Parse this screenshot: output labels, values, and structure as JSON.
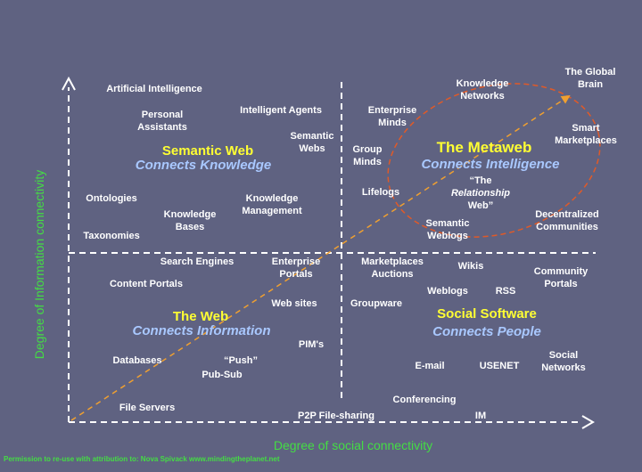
{
  "axes": {
    "y_label": "Degree of Information connectivity",
    "x_label": "Degree of social connectivity"
  },
  "quadrants": {
    "semantic_web": {
      "title": "Semantic Web",
      "subtitle": "Connects Knowledge"
    },
    "metaweb": {
      "title": "The Metaweb",
      "subtitle": "Connects Intelligence"
    },
    "the_web": {
      "title": "The Web",
      "subtitle": "Connects Information"
    },
    "social_software": {
      "title": "Social Software",
      "subtitle": "Connects People"
    }
  },
  "items": {
    "artificial_intelligence": "Artificial Intelligence",
    "personal_assistants": "Personal\nAssistants",
    "intelligent_agents": "Intelligent Agents",
    "semantic_webs": "Semantic\nWebs",
    "ontologies": "Ontologies",
    "knowledge_bases": "Knowledge\nBases",
    "knowledge_management": "Knowledge\nManagement",
    "taxonomies": "Taxonomies",
    "enterprise_minds": "Enterprise\nMinds",
    "knowledge_networks": "Knowledge\nNetworks",
    "global_brain": "The Global\nBrain",
    "group_minds": "Group\nMinds",
    "smart_marketplaces": "Smart\nMarketplaces",
    "lifelogs": "Lifelogs",
    "relationship_web_open": "“The",
    "relationship_web_mid": "Relationship",
    "relationship_web_close": "Web”",
    "semantic_weblogs": "Semantic\nWeblogs",
    "decentralized_communities": "Decentralized\nCommunities",
    "search_engines": "Search Engines",
    "enterprise_portals": "Enterprise\nPortals",
    "content_portals": "Content Portals",
    "web_sites": "Web sites",
    "pims": "PIM's",
    "databases": "Databases",
    "push": "“Push”",
    "pub_sub": "Pub-Sub",
    "file_servers": "File Servers",
    "marketplaces_auctions": "Marketplaces\nAuctions",
    "wikis": "Wikis",
    "community_portals": "Community\nPortals",
    "weblogs": "Weblogs",
    "rss": "RSS",
    "groupware": "Groupware",
    "email": "E-mail",
    "usenet": "USENET",
    "social_networks": "Social\nNetworks",
    "conferencing": "Conferencing",
    "p2p_file_sharing": "P2P File-sharing",
    "im": "IM"
  },
  "credit": "Permission to re-use with attribution to: Nova Spivack www.mindingtheplanet.net",
  "colors": {
    "background": "#5f6281",
    "item_text": "#ffffff",
    "quadrant_title": "#ffff33",
    "quadrant_subtitle": "#a9c8ff",
    "axis_label": "#44dd44",
    "trend_arrow": "#f0a030",
    "ellipse": "#e05a28",
    "axes": "#ffffff"
  }
}
